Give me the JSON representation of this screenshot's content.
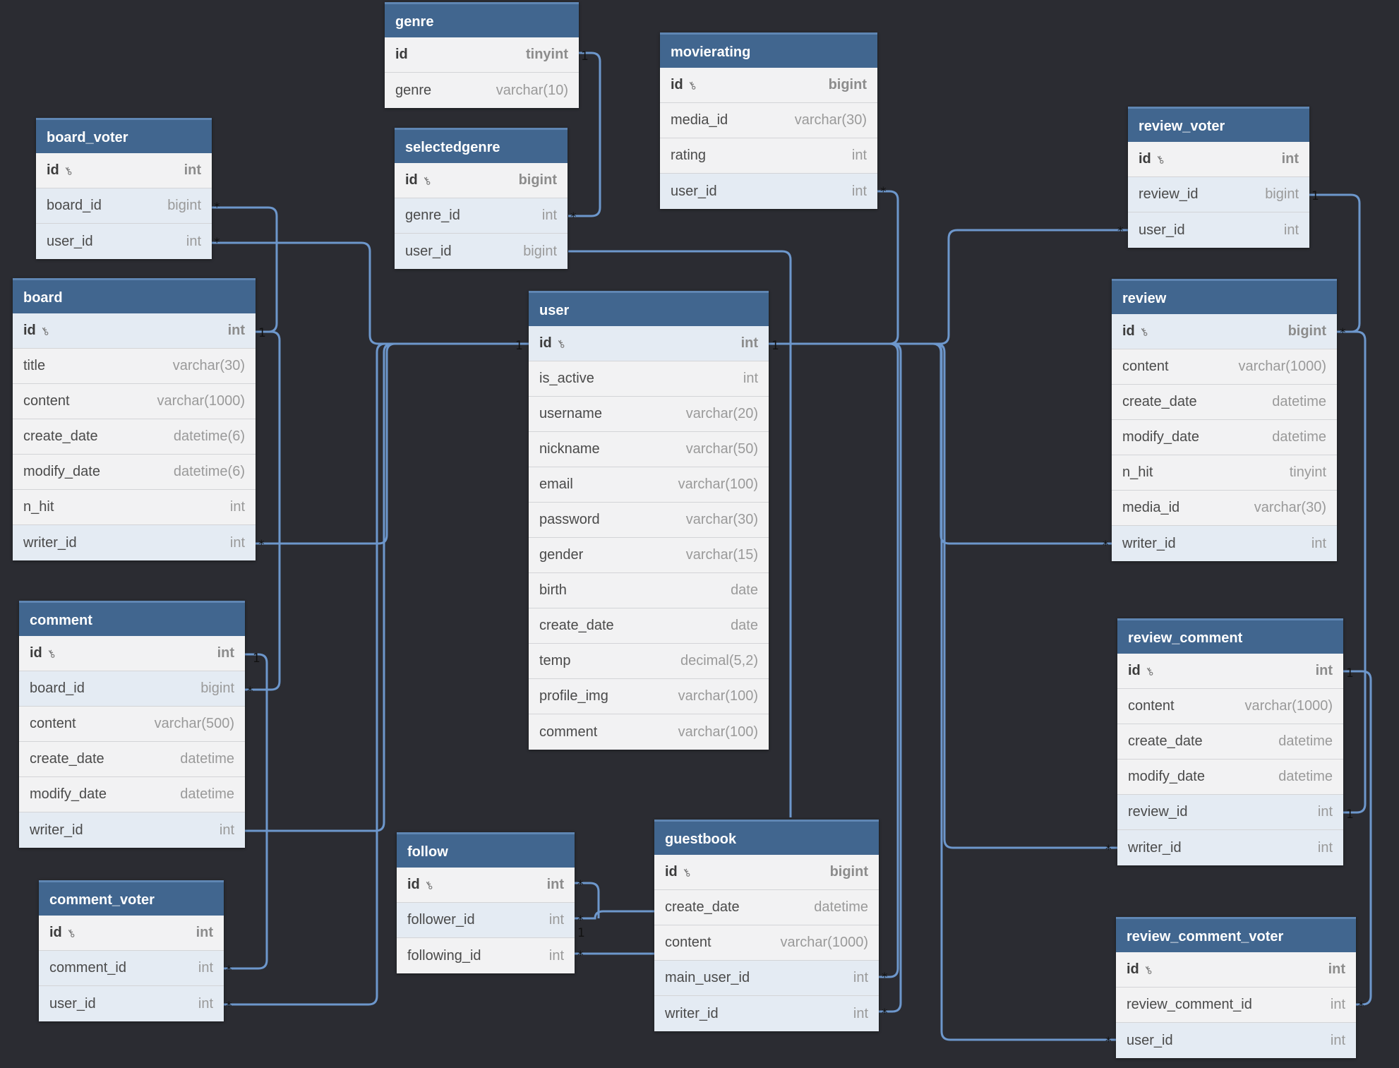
{
  "tables": {
    "genre": {
      "name": "genre",
      "rows": [
        {
          "name": "id",
          "type": "tinyint"
        },
        {
          "name": "genre",
          "type": "varchar(10)"
        }
      ]
    },
    "movierating": {
      "name": "movierating",
      "rows": [
        {
          "name": "id",
          "type": "bigint"
        },
        {
          "name": "media_id",
          "type": "varchar(30)"
        },
        {
          "name": "rating",
          "type": "int"
        },
        {
          "name": "user_id",
          "type": "int"
        }
      ]
    },
    "board_voter": {
      "name": "board_voter",
      "rows": [
        {
          "name": "id",
          "type": "int"
        },
        {
          "name": "board_id",
          "type": "bigint"
        },
        {
          "name": "user_id",
          "type": "int"
        }
      ]
    },
    "selectedgenre": {
      "name": "selectedgenre",
      "rows": [
        {
          "name": "id",
          "type": "bigint"
        },
        {
          "name": "genre_id",
          "type": "int"
        },
        {
          "name": "user_id",
          "type": "bigint"
        }
      ]
    },
    "review_voter": {
      "name": "review_voter",
      "rows": [
        {
          "name": "id",
          "type": "int"
        },
        {
          "name": "review_id",
          "type": "bigint"
        },
        {
          "name": "user_id",
          "type": "int"
        }
      ]
    },
    "board": {
      "name": "board",
      "rows": [
        {
          "name": "id",
          "type": "int"
        },
        {
          "name": "title",
          "type": "varchar(30)"
        },
        {
          "name": "content",
          "type": "varchar(1000)"
        },
        {
          "name": "create_date",
          "type": "datetime(6)"
        },
        {
          "name": "modify_date",
          "type": "datetime(6)"
        },
        {
          "name": "n_hit",
          "type": "int"
        },
        {
          "name": "writer_id",
          "type": "int"
        }
      ]
    },
    "user": {
      "name": "user",
      "rows": [
        {
          "name": "id",
          "type": "int"
        },
        {
          "name": "is_active",
          "type": "int"
        },
        {
          "name": "username",
          "type": "varchar(20)"
        },
        {
          "name": "nickname",
          "type": "varchar(50)"
        },
        {
          "name": "email",
          "type": "varchar(100)"
        },
        {
          "name": "password",
          "type": "varchar(30)"
        },
        {
          "name": "gender",
          "type": "varchar(15)"
        },
        {
          "name": "birth",
          "type": "date"
        },
        {
          "name": "create_date",
          "type": "date"
        },
        {
          "name": "temp",
          "type": "decimal(5,2)"
        },
        {
          "name": "profile_img",
          "type": "varchar(100)"
        },
        {
          "name": "comment",
          "type": "varchar(100)"
        }
      ]
    },
    "review": {
      "name": "review",
      "rows": [
        {
          "name": "id",
          "type": "bigint"
        },
        {
          "name": "content",
          "type": "varchar(1000)"
        },
        {
          "name": "create_date",
          "type": "datetime"
        },
        {
          "name": "modify_date",
          "type": "datetime"
        },
        {
          "name": "n_hit",
          "type": "tinyint"
        },
        {
          "name": "media_id",
          "type": "varchar(30)"
        },
        {
          "name": "writer_id",
          "type": "int"
        }
      ]
    },
    "comment": {
      "name": "comment",
      "rows": [
        {
          "name": "id",
          "type": "int"
        },
        {
          "name": "board_id",
          "type": "bigint"
        },
        {
          "name": "content",
          "type": "varchar(500)"
        },
        {
          "name": "create_date",
          "type": "datetime"
        },
        {
          "name": "modify_date",
          "type": "datetime"
        },
        {
          "name": "writer_id",
          "type": "int"
        }
      ]
    },
    "review_comment": {
      "name": "review_comment",
      "rows": [
        {
          "name": "id",
          "type": "int"
        },
        {
          "name": "content",
          "type": "varchar(1000)"
        },
        {
          "name": "create_date",
          "type": "datetime"
        },
        {
          "name": "modify_date",
          "type": "datetime"
        },
        {
          "name": "review_id",
          "type": "int"
        },
        {
          "name": "writer_id",
          "type": "int"
        }
      ]
    },
    "follow": {
      "name": "follow",
      "rows": [
        {
          "name": "id",
          "type": "int"
        },
        {
          "name": "follower_id",
          "type": "int"
        },
        {
          "name": "following_id",
          "type": "int"
        }
      ]
    },
    "guestbook": {
      "name": "guestbook",
      "rows": [
        {
          "name": "id",
          "type": "bigint"
        },
        {
          "name": "create_date",
          "type": "datetime"
        },
        {
          "name": "content",
          "type": "varchar(1000)"
        },
        {
          "name": "main_user_id",
          "type": "int"
        },
        {
          "name": "writer_id",
          "type": "int"
        }
      ]
    },
    "comment_voter": {
      "name": "comment_voter",
      "rows": [
        {
          "name": "id",
          "type": "int"
        },
        {
          "name": "comment_id",
          "type": "int"
        },
        {
          "name": "user_id",
          "type": "int"
        }
      ]
    },
    "review_comment_voter": {
      "name": "review_comment_voter",
      "rows": [
        {
          "name": "id",
          "type": "int"
        },
        {
          "name": "review_comment_id",
          "type": "int"
        },
        {
          "name": "user_id",
          "type": "int"
        }
      ]
    }
  },
  "cardinality": {
    "one": "1",
    "many": "*"
  },
  "colors": {
    "background": "#2b2c32",
    "header": "#41668f",
    "line": "#6d97cc"
  },
  "icons": {
    "primary_key": "key-icon"
  }
}
